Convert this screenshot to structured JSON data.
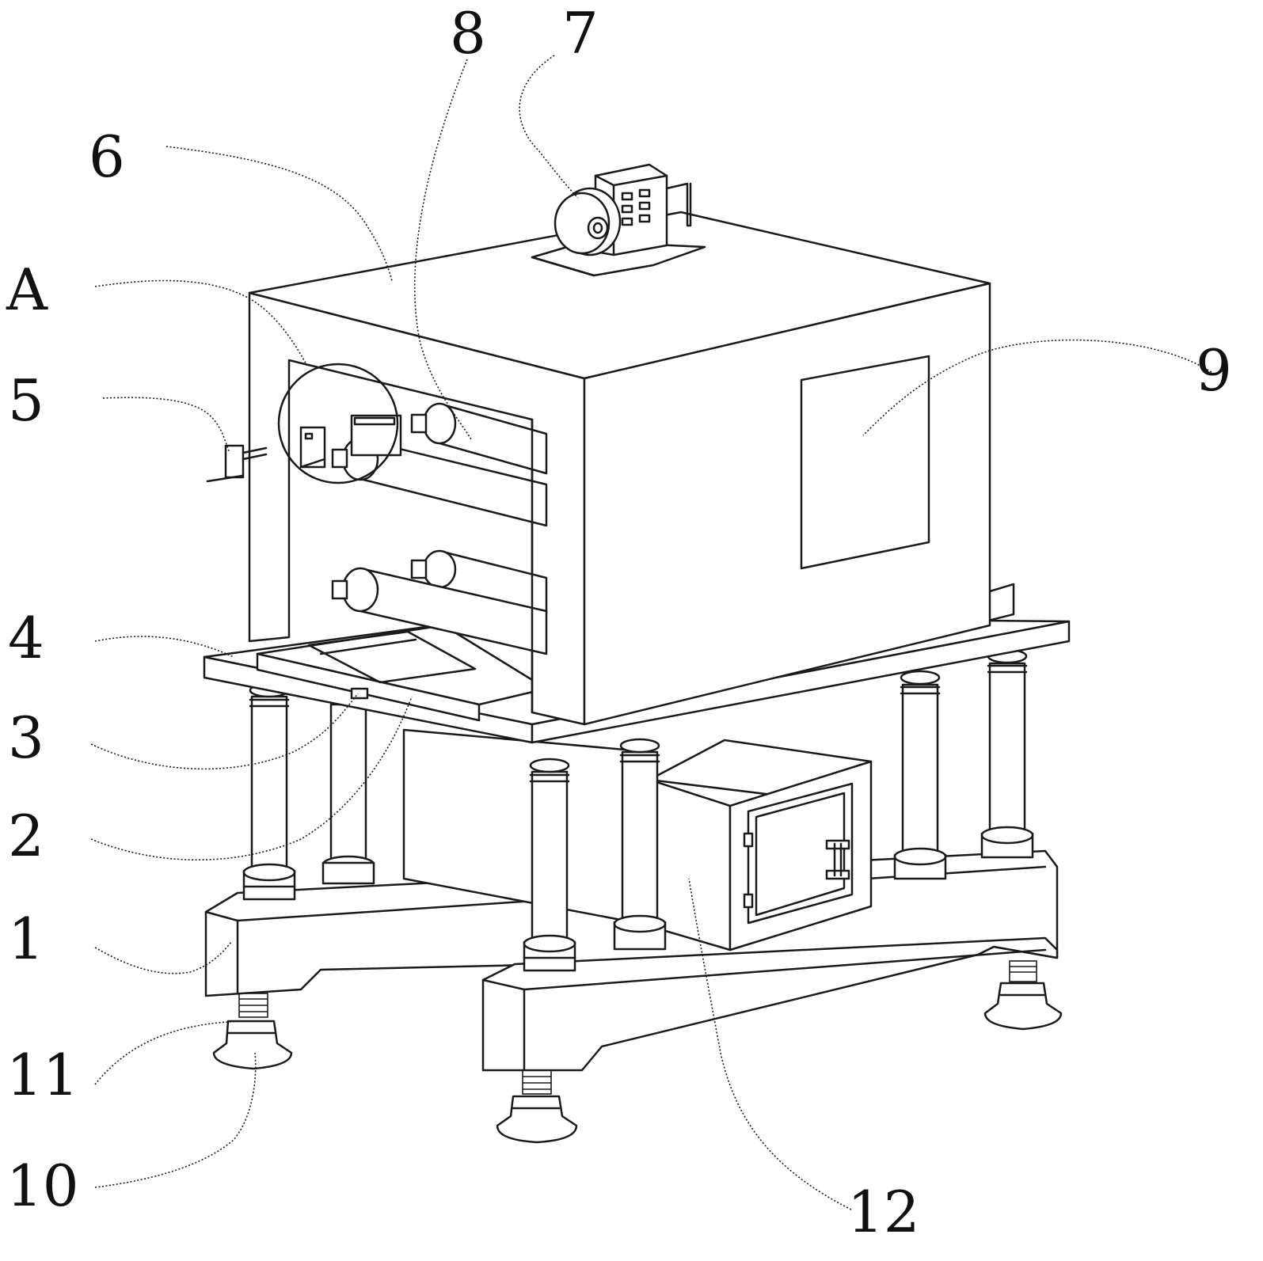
{
  "labels": {
    "l8": "8",
    "l7": "7",
    "l6": "6",
    "lA": "A",
    "l5": "5",
    "l9": "9",
    "l4": "4",
    "l3": "3",
    "l2": "2",
    "l1": "1",
    "l11": "11",
    "l10": "10",
    "l12": "12"
  },
  "colors": {
    "line": "#1a1a1a",
    "fill": "#ffffff"
  }
}
